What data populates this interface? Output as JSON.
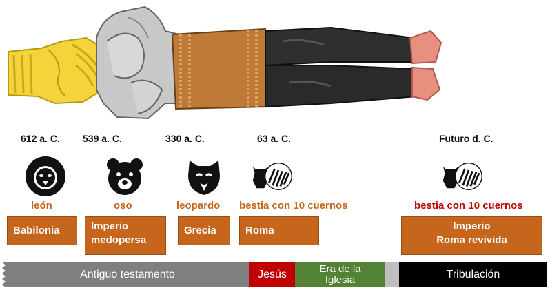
{
  "periods": [
    {
      "date": "612 a. C.",
      "beast": "león",
      "empire": "Babilonia"
    },
    {
      "date": "539 a. C.",
      "beast": "oso",
      "empire": "Imperio medopersa"
    },
    {
      "date": "330 a. C.",
      "beast": "leopardo",
      "empire": "Grecia"
    },
    {
      "date": "63 a. C.",
      "beast": "bestia con 10 cuernos",
      "empire": "Roma"
    },
    {
      "date": "Futuro d. C.",
      "beast": "bestia con 10 cuernos",
      "empire_line1": "Imperio",
      "empire_line2": "Roma revivida"
    }
  ],
  "empire_lines": {
    "medopersa_1": "Imperio",
    "medopersa_2": "medopersa"
  },
  "timeline": {
    "old_testament": "Antiguo testamento",
    "jesus": "Jesús",
    "church_line1": "Era de la",
    "church_line2": "Iglesia",
    "tribulation": "Tribulación"
  },
  "colors": {
    "gold": "#F5D33A",
    "silver": "#C8C8C8",
    "bronze": "#C07A38",
    "iron": "#2a2a2a",
    "clay": "#E89080",
    "empire_box": "#C5661C",
    "label_orange": "#C5661C",
    "label_red": "#C00000"
  },
  "icons": [
    "statue-figure",
    "lion-icon",
    "bear-icon",
    "leopard-icon",
    "ten-horned-beast-icon"
  ]
}
